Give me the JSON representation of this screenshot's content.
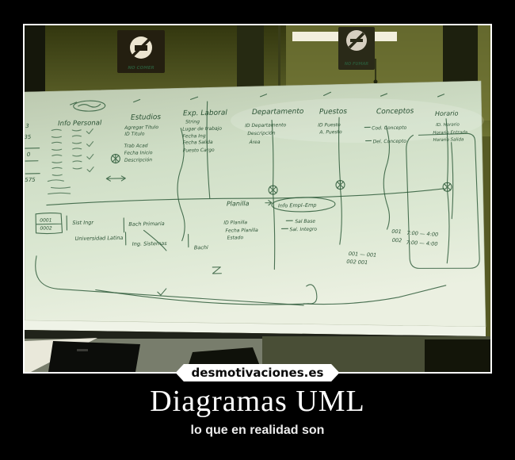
{
  "poster": {
    "title": "Diagramas UML",
    "subtitle": "lo que en realidad son",
    "watermark": "desmotivaciones.es"
  },
  "signs": {
    "no_comer": "NO COMER",
    "no_fumar": "NO FUMAR"
  },
  "board": {
    "headings": [
      "Info Personal",
      "Estudios",
      "Exp. Laboral",
      "Departamento",
      "Puestos",
      "Conceptos",
      "Horario"
    ],
    "type_note": "String",
    "estudios_items": [
      "Agregar Titulo",
      "ID Titulo",
      "Trab Acad",
      "Fecha Inicio",
      "Descripción"
    ],
    "exp_items": [
      "Lugar de trabajo",
      "Fecha Ing",
      "Fecha Salida",
      "Puesto Cargo"
    ],
    "depto_items": [
      "ID Departamento",
      "Descripción",
      "Área"
    ],
    "puestos_items": [
      "ID Puesto",
      "A. Puesto"
    ],
    "conceptos_items": [
      "Cod. Concepto",
      "Del. Concepto"
    ],
    "horario_items": [
      "ID. Horario",
      "Horario Entrada",
      "Horario Salida"
    ],
    "planilla": {
      "name": "Planilla",
      "items": [
        "ID Planilla",
        "Fecha Planilla",
        "Estado"
      ]
    },
    "info_empl": {
      "name": "Info Empl–Emp",
      "items": [
        "Sal Base",
        "Sal. Integro"
      ]
    },
    "margin_numbers": [
      "3",
      "35",
      "0",
      "575"
    ],
    "table": {
      "codes": [
        "0001",
        "0002"
      ],
      "row1": [
        "Sist Ingr",
        "Bach Primaria"
      ],
      "row2": [
        "Universidad Latina",
        "Ing. Sistemas",
        "Bachi"
      ]
    },
    "horario_data": [
      [
        "001",
        "7:00 — 4:00"
      ],
      [
        "002",
        "7:00 — 4:00"
      ]
    ],
    "link_data": [
      "001 — 001",
      "002  001"
    ]
  },
  "colors": {
    "wall": "#565a24",
    "board": "#d9e5cf",
    "ink": "#2b5434",
    "frame": "#ffffff"
  }
}
